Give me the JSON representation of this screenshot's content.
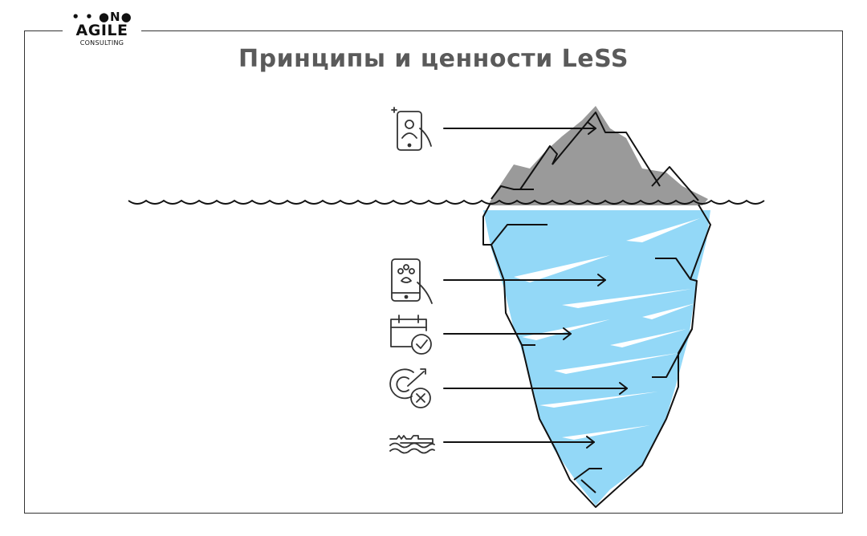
{
  "logo": {
    "dots": "• • ●N●",
    "main": "AGILE",
    "sub": "CONSULTING"
  },
  "title": "Принципы и ценности LeSS",
  "colors": {
    "ice_top": "#9a9a9a",
    "ice_bottom": "#93d8f7",
    "outline": "#111111",
    "title": "#5a5a5a"
  },
  "icons": [
    "phone-user-icon",
    "tablet-touch-icon",
    "calendar-check-icon",
    "target-cross-icon",
    "crocodile-icon"
  ]
}
